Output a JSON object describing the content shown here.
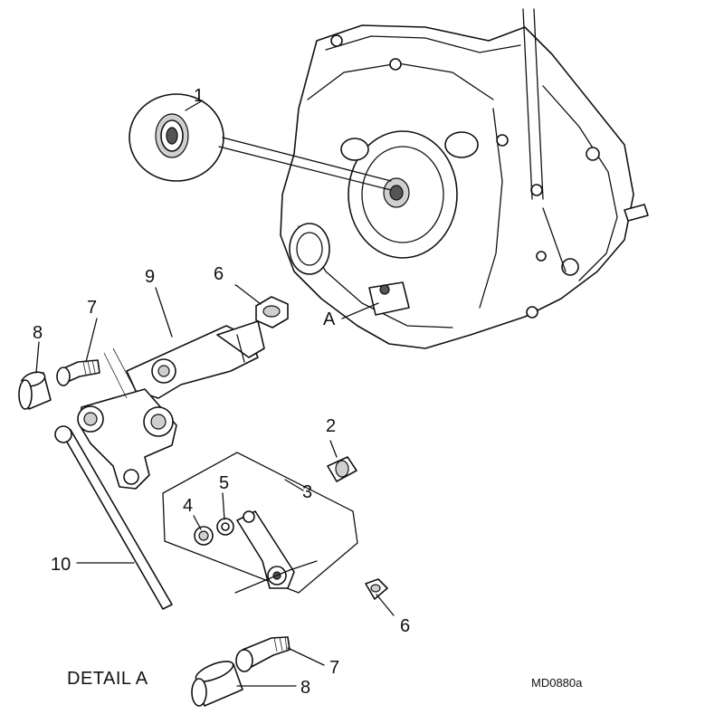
{
  "callouts": {
    "c1": "1",
    "c2": "2",
    "c3": "3",
    "c4": "4",
    "c5": "5",
    "c6a": "6",
    "c6b": "6",
    "c7a": "7",
    "c7b": "7",
    "c8a": "8",
    "c8b": "8",
    "c9": "9",
    "c10": "10",
    "ca": "A"
  },
  "detail_caption": "DETAIL A",
  "figure_code": "MD0880a"
}
